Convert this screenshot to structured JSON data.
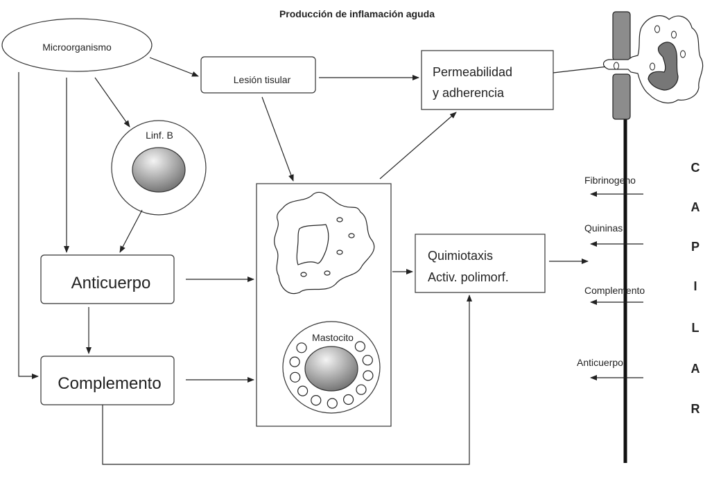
{
  "title": "Producción de inflamación aguda",
  "nodes": {
    "microorganismo": "Microorganismo",
    "lesion": "Lesión tisular",
    "permeabilidad": [
      "Permeabilidad",
      "y adherencia"
    ],
    "linfb": "Linf. B",
    "anticuerpo": "Anticuerpo",
    "complemento": "Complemento",
    "quimiotaxis": [
      "Quimiotaxis",
      "Activ. polimorf."
    ],
    "mastocito": "Mastocito"
  },
  "capillary": {
    "letters": [
      "C",
      "A",
      "P",
      "I",
      "L",
      "A",
      "R"
    ],
    "exudate_labels": [
      "Fibrinogeno",
      "Quininas",
      "Complemento",
      "Anticuerpo"
    ]
  },
  "colors": {
    "stroke": "#222222",
    "nucleus_light": "#f2f2f2",
    "nucleus_dark": "#6e6e6e",
    "vessel_fill": "#8c8c8c"
  }
}
